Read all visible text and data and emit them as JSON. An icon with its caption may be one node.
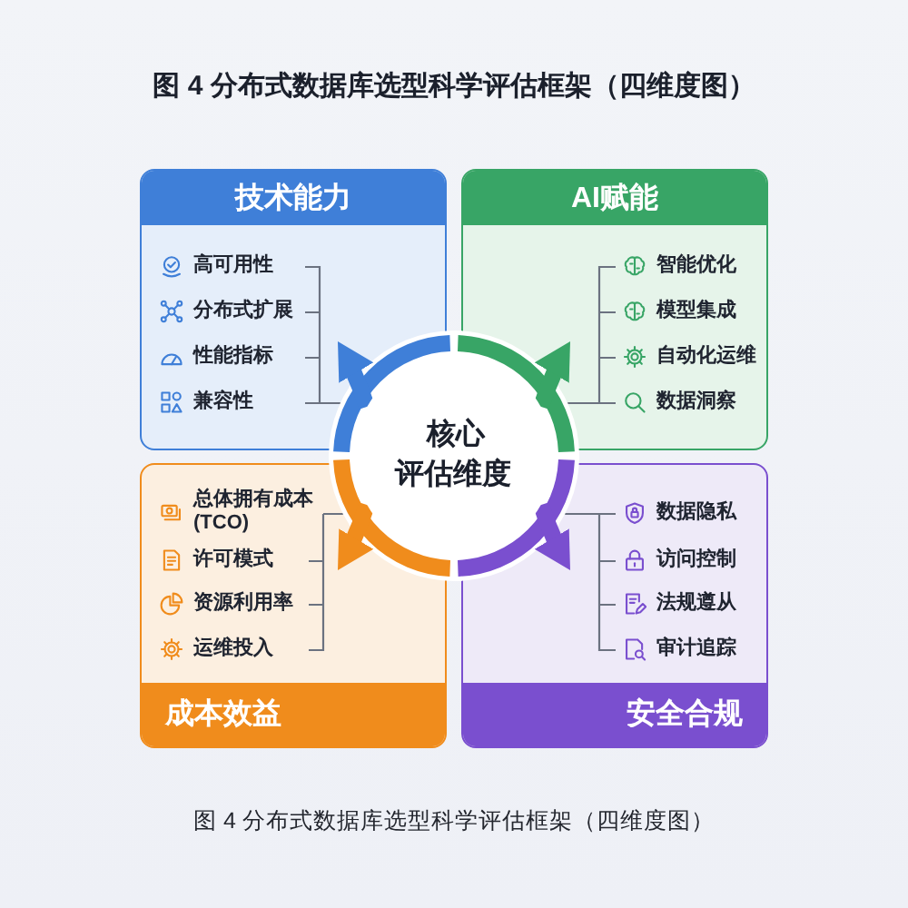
{
  "diagram": {
    "title": "图 4 分布式数据库选型科学评估框架（四维度图）",
    "caption": "图 4 分布式数据库选型科学评估框架（四维度图）",
    "nodes": [
      {
        "text": [
          "技术能力",
          "高可用性",
          "分布式扩展",
          "性能指标",
          "兼容性"
        ]
      },
      {
        "text": [
          "AI赋能",
          "智能优化",
          "模型集成",
          "自动化运维",
          "数据洞察"
        ]
      },
      {
        "text": [
          "核心评估维度"
        ]
      },
      {
        "text": [
          "总体拥有成本(TCO)",
          "许可模式",
          "资源利用率",
          "运维投入",
          "成本效益"
        ]
      },
      {
        "text": [
          "数据隐私",
          "访问控制",
          "法规遵从",
          "审计追踪",
          "安全合规"
        ]
      }
    ],
    "edges": [
      {
        "from": 2,
        "to": 0,
        "arrow": "to",
        "color": "#3f7fd8"
      },
      {
        "from": 2,
        "to": 1,
        "arrow": "to",
        "color": "#38a566"
      },
      {
        "from": 2,
        "to": 3,
        "arrow": "to",
        "color": "#f08c1c"
      },
      {
        "from": 2,
        "to": 4,
        "arrow": "to",
        "color": "#7a4fcf"
      }
    ]
  }
}
